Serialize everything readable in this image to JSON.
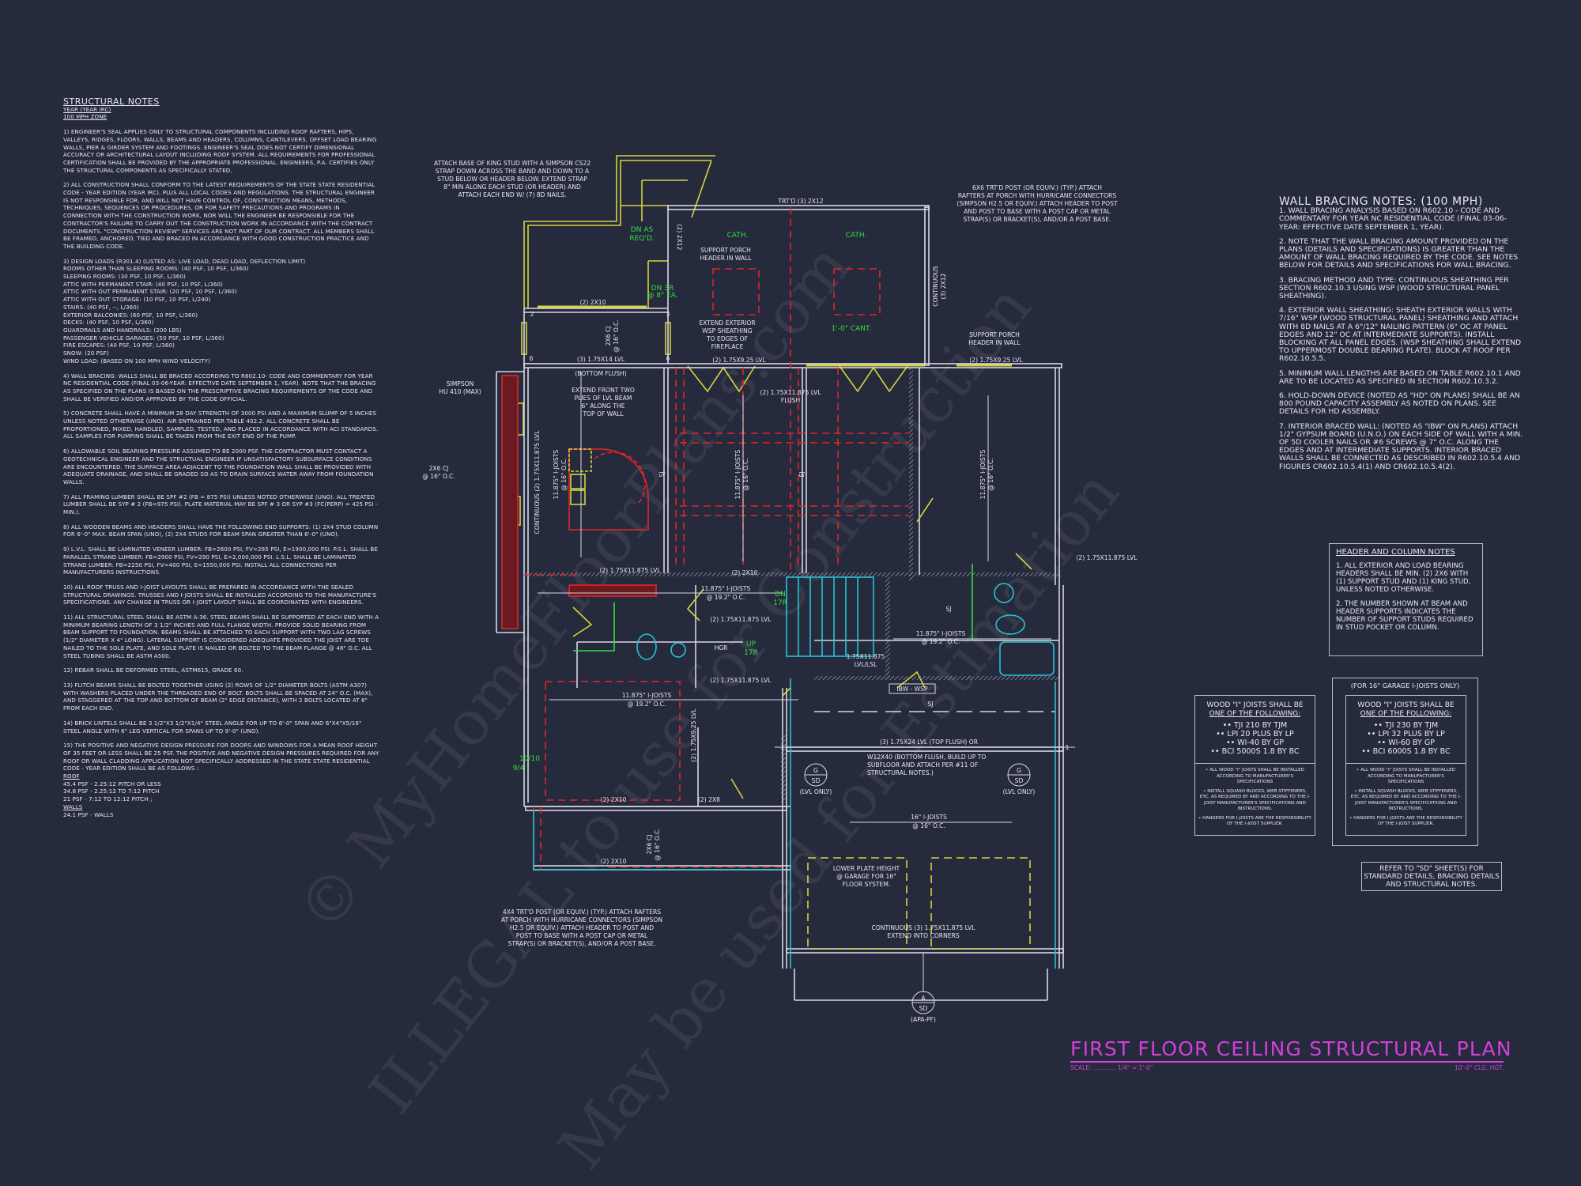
{
  "colors": {
    "background": "#262a3d",
    "wall": "#d8d8e0",
    "porch_yellow": "#d6d43a",
    "dashed_red": "#e0262a",
    "green_note": "#2fe03a",
    "cyan": "#27c4d6",
    "title_magenta": "#d440d8"
  },
  "structural_notes": {
    "title": "STRUCTURAL NOTES",
    "year": "YEAR  (YEAR IRC)",
    "zone": "100 mph ZONE",
    "paragraphs": [
      "1) ENGINEER'S SEAL APPLIES ONLY TO STRUCTURAL COMPONENTS INCLUDING ROOF RAFTERS, HIPS, VALLEYS, RIDGES, FLOORS, WALLS, BEAMS AND HEADERS, COLUMNS, CANTILEVERS, OFFSET LOAD BEARING WALLS, PIER & GIRDER SYSTEM AND FOOTINGS. ENGINEER'S SEAL DOES NOT CERTIFY DIMENSIONAL ACCURACY OR ARCHITECTURAL LAYOUT INCLUDING ROOF SYSTEM. ALL REQUIREMENTS FOR PROFESSIONAL CERTIFICATION SHALL BE PROVIDED BY THE APPROPRIATE PROFESSIONAL.  ENGINEERS, P.A. CERTIFIES ONLY THE STRUCTURAL COMPONENTS AS SPECIFICALLY STATED.",
      "2) ALL CONSTRUCTION SHALL CONFORM TO THE LATEST REQUIREMENTS OF THE STATE STATE RESIDENTIAL CODE - YEAR EDITION (YEAR IRC), PLUS ALL LOCAL CODES AND REGULATIONS. THE STRUCTURAL ENGINEER IS NOT RESPONSIBLE FOR, AND WILL NOT HAVE CONTROL OF, CONSTRUCTION MEANS, METHODS, TECHNIQUES, SEQUENCES OR PROCEDURES, OR FOR SAFETY PRECAUTIONS AND PROGRAMS IN CONNECTION WITH THE CONSTRUCTION WORK, NOR WILL THE ENGINEER BE RESPONSIBLE FOR THE CONTRACTOR'S FAILURE TO CARRY OUT THE CONSTRUCTION WORK IN ACCORDANCE WITH THE CONTRACT DOCUMENTS. \"CONSTRUCTION REVIEW\" SERVICES ARE NOT PART OF OUR CONTRACT. ALL MEMBERS SHALL BE FRAMED, ANCHORED, TIED AND BRACED IN ACCORDANCE WITH GOOD CONSTRUCTION PRACTICE AND THE BUILDING CODE.",
      "3) DESIGN LOADS (R301.4) (LISTED AS: LIVE LOAD, DEAD LOAD, DEFLECTION LIMIT)\nROOMS OTHER THAN SLEEPING ROOMS: (40 PSF, 10 PSF, L/360)\nSLEEPING ROOMS: (30 PSF, 10 PSF, L/360)\nATTIC WITH PERMANENT STAIR: (40 PSF, 10 PSF, L/360)\nATTIC WITH OUT PERMANENT STAIR: (20 PSF, 10 PSF, L/360)\nATTIC WITH OUT STORAGE: (10 PSF, 10 PSF, L/240)\nSTAIRS: (40 PSF, --, L/360)\nEXTERIOR BALCONIES: (60 PSF, 10 PSF, L/360)\nDECKS: (40 PSF, 10 PSF, L/360)\nGUARDRAILS AND HANDRAILS: (200 LBS)\nPASSENGER VEHICLE GARAGES: (50 PSF, 10 PSF, L/360)\nFIRE ESCAPES: (40 PSF, 10 PSF, L/360)\nSNOW: (20 PSF)\nWIND LOAD: (BASED ON 100 MPH WIND VELOCITY)",
      "4) WALL BRACING: WALLS SHALL BE BRACED ACCORDING TO R602.10- CODE AND COMMENTARY FOR YEAR NC RESIDENTIAL CODE (FINAL 03-06-YEAR: EFFECTIVE DATE SEPTEMBER 1, YEAR). NOTE THAT THE BRACING AS SPECIFIED ON THE PLANS IS BASED ON THE PRESCRIPTIVE BRACING REQUIREMENTS OF THE CODE AND SHALL BE VERIFIED AND/OR APPROVED BY THE CODE OFFICIAL.",
      "5) CONCRETE SHALL HAVE A MINIMUM 28 DAY STRENGTH OF 3000 PSI AND A MAXIMUM SLUMP OF 5 INCHES UNLESS NOTED OTHERWISE (UNO). AIR ENTRAINED PER TABLE 402.2. ALL CONCRETE SHALL BE PROPORTIONED, MIXED, HANDLED, SAMPLED, TESTED, AND PLACED IN ACCORDANCE WITH ACI STANDARDS. ALL SAMPLES FOR PUMPING SHALL BE TAKEN FROM THE EXIT END OF THE PUMP.",
      "6) ALLOWABLE SOIL BEARING PRESSURE ASSUMED TO BE 2000 PSF. THE CONTRACTOR MUST CONTACT A GEOTECHNICAL ENGINEER AND THE STRUCTUAL ENGINEER IF UNSATISFACTORY SUBSURFACE CONDITIONS ARE ENCOUNTERED. THE SURFACE AREA ADJACENT TO THE FOUNDATION WALL SHALL BE PROVIDED WITH ADEQUATE DRAINAGE, AND SHALL BE GRADED SO AS TO DRAIN SURFACE WATER AWAY FROM FOUNDATION WALLS.",
      "7) ALL FRAMING LUMBER SHALL BE SPF #2 (Fb = 875 PSI) UNLESS NOTED OTHERWISE (UNO). ALL TREATED LUMBER SHALL BE SYP # 2 (Fb=975 PSI). PLATE MATERIAL MAY BE SPF # 3 OR SYP #3 (Fc(perp) = 425 PSI - MIN.).",
      "8) ALL WOODEN BEAMS AND HEADERS SHALL HAVE THE FOLLOWING END SUPPORTS: (1) 2x4 STUD COLUMN FOR 6'-0\" MAX. BEAM SPAN (UNO), (2) 2x4 STUDS FOR BEAM SPAN GREATER THAN 6'-0\" (UNO).",
      "9) L.V.L.  SHALL BE LAMINATED VENEER LUMBER: Fb=2600 PSI, Fv=285 PSI, E=1900,000 PSI. P.S.L. SHALL BE PARALLEL STRAND LUMBER: Fb=2900 PSI, Fv=290 PSI, E=2,000,000 PSI. L.S.L.  SHALL BE LAMINATED STRAND LUMBER: Fb=2250 PSI, Fv=400 PSI, E=1550,000 PSI. INSTALL ALL CONNECTIONS PER MANUFACTURERS INSTRUCTIONS.",
      "10) ALL ROOF TRUSS AND I-JOIST LAYOUTS SHALL BE PREPARED IN ACCORDANCE WITH THE SEALED STRUCTURAL DRAWINGS. TRUSSES AND I-JOISTS SHALL BE INSTALLED ACCORDING TO THE MANUFACTURE'S SPECIFICATIONS. ANY CHANGE IN TRUSS OR I-JOIST LAYOUT SHALL BE COORDINATED WITH  ENGINEERS.",
      "11) ALL STRUCTURAL STEEL SHALL BE ASTM A-36. STEEL BEAMS SHALL BE SUPPORTED AT EACH END WITH A MINIMUM BEARING LENGTH OF 3 1/2\" INCHES AND FULL FLANGE WIDTH. PROVIDE SOLID BEARING FROM BEAM SUPPORT TO FOUNDATION.  BEAMS SHALL BE ATTACHED TO EACH SUPPORT WITH TWO LAG SCREWS (1/2\" DIAMETER x 4\" LONG). LATERAL SUPPORT IS CONSIDERED ADEQUATE PROVIDED THE JOIST ARE TOE NAILED TO THE SOLE PLATE, AND SOLE PLATE IS NAILED OR BOLTED TO THE BEAM FLANGE @ 48\" O.C. ALL STEEL TUBING SHALL BE ASTM A500.",
      "12) REBAR SHALL BE DEFORMED STEEL, ASTM615, GRADE 60.",
      "13) FLITCH BEAMS SHALL BE BOLTED TOGETHER USING (2) ROWS OF 1/2\" DIAMETER BOLTS (ASTM A307) WITH WASHERS PLACED UNDER THE THREADED END OF BOLT. BOLTS SHALL BE SPACED AT 24\" O.C. (MAX), AND STAGGERED AT THE TOP AND BOTTOM OF BEAM (2\" EDGE DISTANCE), WITH 2 BOLTS LOCATED AT 6\" FROM EACH END.",
      "14) BRICK LINTELS SHALL BE 3 1/2\"x3 1/2\"x1/4\" STEEL ANGLE FOR UP TO 6'-0\" SPAN AND 6\"x4\"x5/16\" STEEL ANGLE WITH 6\" LEG VERTICAL FOR SPANS UP TO 9'-0\" (UNO).",
      "15) THE POSITIVE AND NEGATIVE DESIGN PRESSURE FOR DOORS AND WINDOWS FOR A MEAN ROOF HEIGHT OF 35 FEET OR LESS SHALL BE 25 PSF. THE POSITIVE AND NEGATIVE DESIGN PRESSURES REQUIRED FOR ANY ROOF OR WALL CLADDING APPLICATION NOT SPECIFICALLY ADDRESSED IN THE STATE STATE RESIDENTIAL CODE - YEAR EDITION SHALL BE AS FOLLOWS :"
    ],
    "roof_heading": "ROOF",
    "roof_lines": [
      "45.4 PSF - 2.25:12 PITCH OR LESS",
      "34.8 PSF - 2.25:12 TO 7:12 PITCH",
      "21 PSF - 7:12 TO 12:12 PITCH ;"
    ],
    "walls_heading": "WALLS",
    "walls_lines": [
      "24.1 PSF - WALLS"
    ]
  },
  "wall_bracing_notes": {
    "title": "WALL BRACING NOTES: (100 MPH)",
    "items": [
      "1. WALL BRACING ANALYSIS BASED ON R602.10 - CODE AND COMMENTARY FOR YEAR NC RESIDENTIAL CODE (FINAL 03-06-YEAR: EFFECTIVE DATE SEPTEMBER 1, YEAR).",
      "2. NOTE THAT THE WALL BRACING AMOUNT PROVIDED ON THE PLANS (DETAILS AND SPECIFICATIONS) IS GREATER THAN THE AMOUNT OF WALL BRACING REQUIRED BY THE CODE. SEE NOTES BELOW FOR DETAILS AND SPECIFICATIONS FOR WALL BRACING.",
      "3. BRACING METHOD AND TYPE: CONTINUOUS SHEATHING PER SECTION R602.10.3 USING WSP (WOOD STRUCTURAL PANEL SHEATHING).",
      "4. EXTERIOR WALL SHEATHING: SHEATH EXTERIOR WALLS WITH 7/16\" WSP (WOOD STRUCTURAL PANEL) SHEATHING AND ATTACH WITH 8d NAILS AT A 6\"/12\" NAILING PATTERN (6\" OC AT PANEL EDGES AND 12\" OC AT INTERMEDIATE SUPPORTS). INSTALL BLOCKING AT ALL PANEL EDGES. (WSP SHEATHING SHALL EXTEND TO UPPERMOST DOUBLE BEARING PLATE). BLOCK AT ROOF PER R602.10.5.5.",
      "5. MINIMUM WALL LENGTHS ARE BASED ON TABLE R602.10.1 AND ARE TO BE LOCATED AS SPECIFIED IN SECTION R602.10.3.2.",
      "6. HOLD-DOWN DEVICE (NOTED AS \"HD\" ON PLANS) SHALL BE AN 800 POUND CAPACITY ASSEMBLY AS NOTED ON PLANS. SEE DETAILS FOR HD ASSEMBLY.",
      "7. INTERIOR BRACED WALL: (NOTED AS \"IBW\" ON PLANS) ATTACH 1/2\" GYPSUM BOARD (U.N.O.) ON EACH SIDE OF WALL WITH A MIN. OF 5d COOLER NAILS OR #6 SCREWS @ 7\" O.C. ALONG THE EDGES AND AT INTERMEDIATE SUPPORTS.  INTERIOR BRACED WALLS SHALL BE CONNECTED AS DESCRIBED IN R602.10.5.4 AND FIGURES CR602.10.5.4(1) AND CR602.10.5.4(2)."
    ]
  },
  "header_column_notes": {
    "title": "HEADER AND COLUMN NOTES",
    "items": [
      "1. ALL EXTERIOR AND LOAD BEARING HEADERS SHALL BE MIN. (2) 2x6 WITH (1) SUPPORT STUD AND (1) KING STUD, UNLESS NOTED OTHERWISE.",
      "2. THE NUMBER SHOWN AT BEAM AND HEADER SUPPORTS INDICATES THE NUMBER OF SUPPORT STUDS REQUIRED IN STUD POCKET OR COLUMN."
    ]
  },
  "joist_boxes": [
    {
      "caption": "",
      "heading_1": "WOOD \"I\" JOISTS SHALL BE",
      "heading_2": "ONE OF THE FOLLOWING:",
      "options": [
        "•• TJI 210 BY TJM",
        "•• LPI 20 PLUS BY LP",
        "•• WI-40 BY GP",
        "•• BCI 5000s 1.8 BY BC"
      ],
      "notes": [
        "• ALL WOOD \"I\" JOISTS SHALL BE INSTALLED ACCORDING TO MANUFACTURER'S SPECIFICATIONS",
        "• INSTALL SQUASH BLOCKS, WEB STIFFENERS, ETC. AS REQUIRED BY AND ACCORDING TO THE I-JOIST MANUFACTURER'S SPECIFICATIONS AND INSTRUCTIONS.",
        "• HANGERS FOR I-JOISTS ARE THE RESPONSIBILITY OF THE I-JOIST SUPPLIER."
      ]
    },
    {
      "caption": "(FOR 16\" GARAGE I-JOISTS ONLY)",
      "heading_1": "WOOD \"I\" JOISTS SHALL BE",
      "heading_2": "ONE OF THE FOLLOWING:",
      "options": [
        "•• TJI 230 BY TJM",
        "•• LPI 32 PLUS BY LP",
        "•• WI-60 BY GP",
        "•• BCI 6000s 1.8 BY BC"
      ],
      "notes": [
        "• ALL WOOD \"I\" JOISTS SHALL BE INSTALLED ACCORDING TO MANUFACTURER'S SPECIFICATIONS",
        "• INSTALL SQUASH BLOCKS, WEB STIFFENERS, ETC. AS REQUIRED BY AND ACCORDING TO THE I-JOIST MANUFACTURER'S SPECIFICATIONS AND INSTRUCTIONS.",
        "• HANGERS FOR I-JOISTS ARE THE RESPONSIBILITY OF THE I-JOIST SUPPLIER."
      ]
    }
  ],
  "refer_note": "REFER TO \"SD\" SHEET(S) FOR STANDARD DETAILS, BRACING DETAILS AND STRUCTURAL NOTES.",
  "title_block": {
    "title": "FIRST FLOOR CEILING STRUCTURAL PLAN",
    "scale": "SCALE: ............ 1/4\" = 1'-0\"",
    "ceiling_height": "10'-0\" CLG. HGT."
  },
  "watermark": [
    "© MyHomeFloorPlans.com",
    "ILLEGAL to use for Construction",
    "May be used for Estimation"
  ],
  "plan": {
    "king_stud_note": [
      "ATTACH BASE OF KING STUD WITH A SIMPSON CS22",
      "STRAP DOWN ACROSS THE BAND AND DOWN TO A",
      "STUD BELOW OR HEADER BELOW. EXTEND STRAP",
      "8\" MIN ALONG EACH STUD (OR HEADER) AND",
      "ATTACH EACH END W/ (7) 8d NAILS."
    ],
    "dn_as_reqd": [
      "DN AS",
      "REQ'D."
    ],
    "dn_3r": [
      "DN 3R",
      "@ 8\" EA."
    ],
    "cath": "CATH.",
    "trtd_3_2x12": "TRT'D (3) 2x12",
    "two_2x12": "(2) 2x12",
    "support_porch_header": [
      "SUPPORT PORCH",
      "HEADER IN WALL"
    ],
    "extend_wsp": [
      "EXTEND EXTERIOR",
      "WSP SHEATHING",
      "TO EDGES OF",
      "FIREPLACE"
    ],
    "cant": "1'-0\" CANT.",
    "post_6x6_note": [
      "6x6 TRT'D POST (OR EQUIV.) (TYP.) ATTACH",
      "RAFTERS AT PORCH WITH HURRICANE CONNECTORS",
      "(SIMPSON H2.5 OR EQUIV.) ATTACH HEADER TO POST",
      "AND POST TO BASE WITH A POST CAP OR METAL",
      "STRAP(S) OR BRACKET(S), AND/OR A POST BASE."
    ],
    "continuous_3_2x12": [
      "CONTINUOUS",
      "(3) 2x12"
    ],
    "two_2x10": "(2) 2x10",
    "two_2x8": "(2) 2x8",
    "cj_2x6": [
      "2x6 CJ",
      "@ 16\" O.C."
    ],
    "lvl_3_175x14": "(3) 1.75x14 LVL",
    "bottom_flush": "(BOTTOM FLUSH)",
    "lvl_2_175x925": "(2) 1.75x9.25 LVL",
    "lvl_2_175x11875": "(2) 1.75x11.875 LVL",
    "flush": "FLUSH",
    "simpson_hu": [
      "SIMPSON",
      "HU 410 (MAX)"
    ],
    "extend_plies": [
      "EXTEND FRONT TWO",
      "PLIES OF LVL BEAM",
      "6\" ALONG THE",
      "TOP OF WALL"
    ],
    "continuous_2_lvl": "CONTINUOUS (2) 1.75x11.875 LVL",
    "ijoist_16": [
      "11.875\" I-JOISTS",
      "@ 16\" O.C."
    ],
    "ijoist_192": [
      "11.875\" I-JOISTS",
      "@ 19.2\" O.C."
    ],
    "sj": "SJ",
    "hgr": "HGR",
    "up_17r": [
      "UP",
      "17R"
    ],
    "dn_17r": [
      "DN",
      "17R"
    ],
    "lvl_lsl": [
      "1.75x11.875",
      "LVL/LSL"
    ],
    "ibw_wsp": "IBW - WSP",
    "lvl_2_925_vert": "(2) 1.75x9.25 LVL",
    "lvl_3_24": "(3) 1.75x24 LVL (TOP FLUSH) OR",
    "w12_note": [
      "W12x40 (BOTTOM FLUSH, BUILD UP TO",
      "SUBFLOOR AND ATTACH PER #11 OF",
      "STRUCTURAL NOTES.)"
    ],
    "detail_g": {
      "letter": "G",
      "sheet": "SD",
      "note": "(LVL ONLY)"
    },
    "ijoist_garage": [
      "16\" I-JOISTS",
      "@ 16\" O.C."
    ],
    "lower_plate": [
      "LOWER PLATE HEIGHT",
      "@ GARAGE FOR 16\"",
      "FLOOR SYSTEM."
    ],
    "post_4x4_note": [
      "4X4 TRT'D POST (OR EQUIV.) (TYP.) ATTACH RAFTERS",
      "AT PORCH WITH HURRICANE CONNECTORS (SIMPSON",
      "H2.5 OR EQUIV.) ATTACH HEADER TO POST AND",
      "POST TO BASE WITH A POST CAP OR METAL",
      "STRAP(S) OR BRACKET(S), AND/OR A POST BASE."
    ],
    "continuous_3_lvl": [
      "CONTINUOUS (3) 1.75x11.875 LVL",
      "EXTEND INTO CORNERS"
    ],
    "detail_a": {
      "letter": "A",
      "sheet": "SD",
      "note": "(APA-PF)"
    },
    "ratio_10_10": "10/10",
    "ratio_9_4": "9/4",
    "stud_counts": [
      "2",
      "3",
      "6",
      "1"
    ]
  }
}
